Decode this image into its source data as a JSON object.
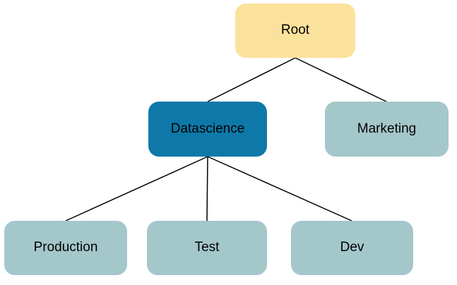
{
  "diagram": {
    "type": "tree",
    "nodes": [
      {
        "id": "root",
        "label": "Root",
        "fill": "#FBE29C",
        "level": 0
      },
      {
        "id": "datascience",
        "label": "Datascience",
        "fill": "#0E79A8",
        "level": 1
      },
      {
        "id": "marketing",
        "label": "Marketing",
        "fill": "#A4C7CA",
        "level": 1
      },
      {
        "id": "production",
        "label": "Production",
        "fill": "#A4C7CA",
        "level": 2
      },
      {
        "id": "test",
        "label": "Test",
        "fill": "#A4C7CA",
        "level": 2
      },
      {
        "id": "dev",
        "label": "Dev",
        "fill": "#A4C7CA",
        "level": 2
      }
    ],
    "edges": [
      {
        "from": "root",
        "to": "datascience"
      },
      {
        "from": "root",
        "to": "marketing"
      },
      {
        "from": "datascience",
        "to": "production"
      },
      {
        "from": "datascience",
        "to": "test"
      },
      {
        "from": "datascience",
        "to": "dev"
      }
    ],
    "colors": {
      "line": "#000000",
      "text": "#000000",
      "background": "#FFFFFF"
    }
  }
}
